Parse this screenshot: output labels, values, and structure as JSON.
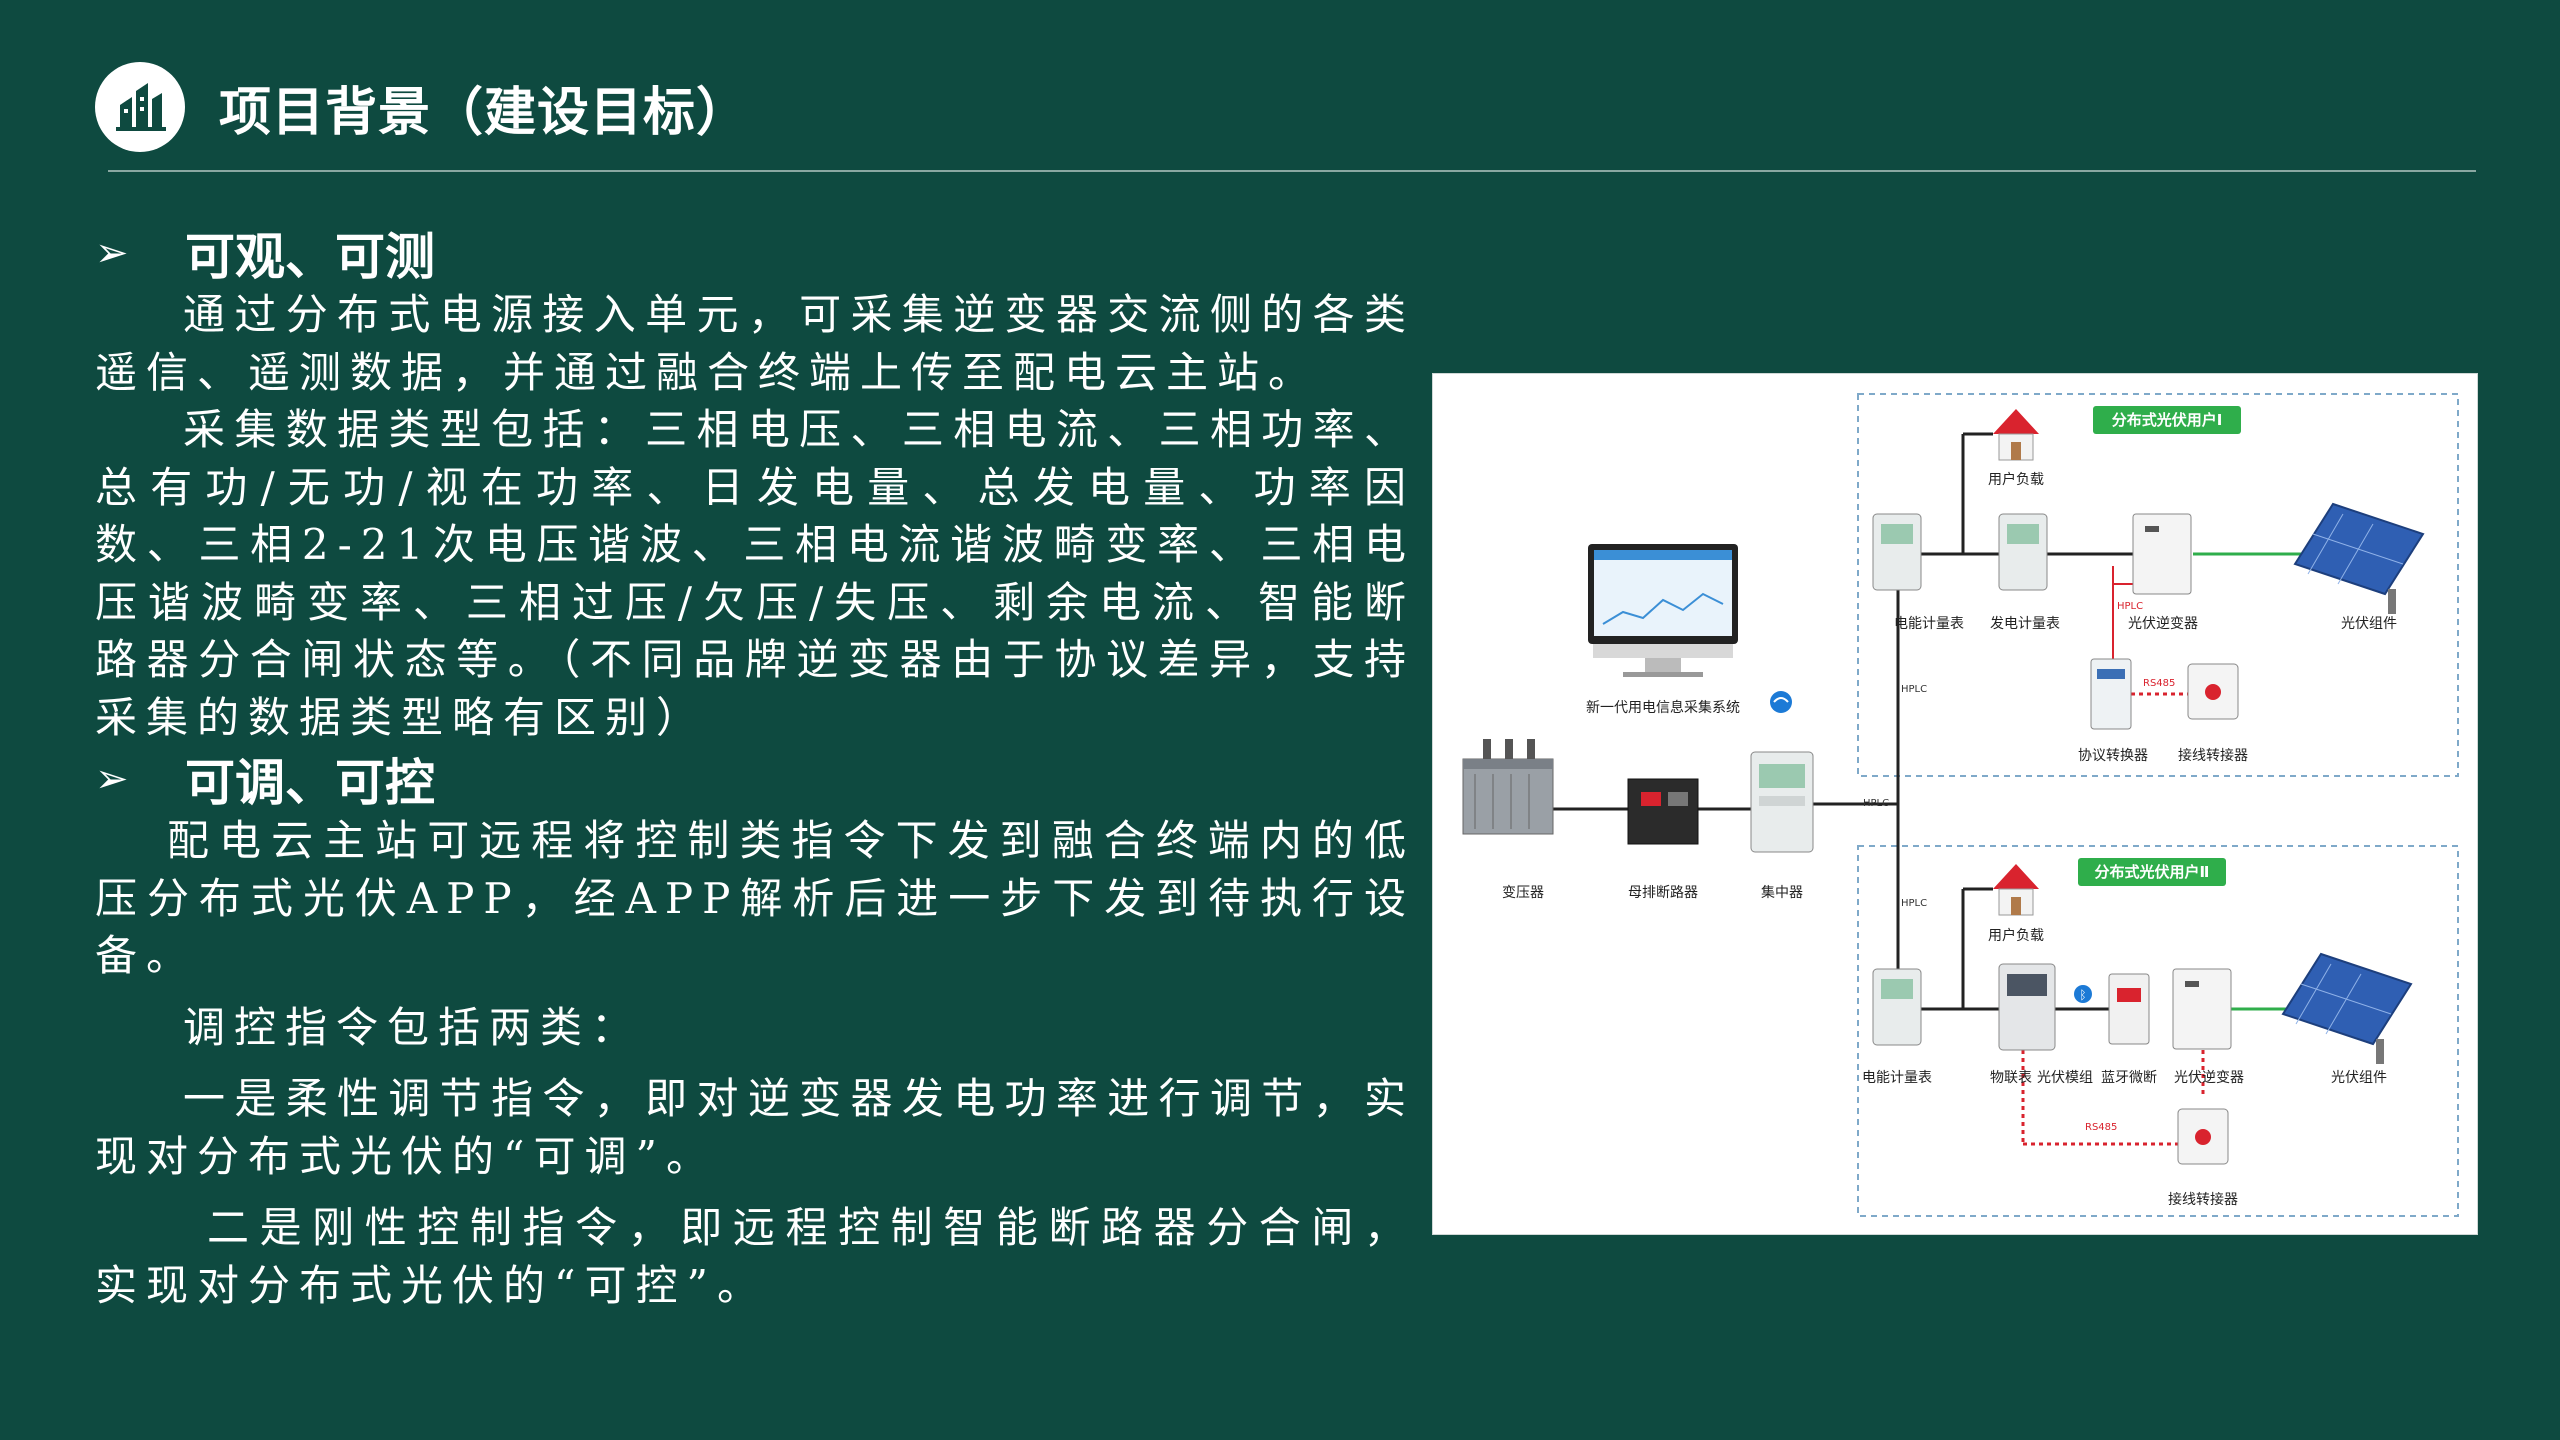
{
  "header": {
    "title": "项目背景（建设目标）",
    "logo_icon": "building-chart-icon"
  },
  "colors": {
    "background": "#0e4a40",
    "text": "#ffffff",
    "divider": "#8aa8a2",
    "diagram_green_tag": "#2fae4b",
    "diagram_red_line": "#d9232e"
  },
  "sections": [
    {
      "heading": "可观、可测",
      "paragraphs": [
        "通过分布式电源接入单元，可采集逆变器交流侧的各类遥信、遥测数据，并通过融合终端上传至配电云主站。",
        "采集数据类型包括：三相电压、三相电流、三相功率、总有功/无功/视在功率、日发电量、总发电量、功率因数、三相2-21次电压谐波、三相电流谐波畸变率、三相电压谐波畸变率、三相过压/欠压/失压、剩余电流、智能断路器分合闸状态等。（不同品牌逆变器由于协议差异，支持采集的数据类型略有区别）"
      ]
    },
    {
      "heading": "可调、可控",
      "paragraphs": [
        "配电云主站可远程将控制类指令下发到融合终端内的低压分布式光伏APP，经APP解析后进一步下发到待执行设备。",
        "调控指令包括两类：",
        "一是柔性调节指令，即对逆变器发电功率进行调节，实现对分布式光伏的“可调”。",
        "二是刚性控制指令，即远程控制智能断路器分合闸，实现对分布式光伏的“可控”。"
      ]
    }
  ],
  "diagram": {
    "group1_tag": "分布式光伏用户Ⅰ",
    "group2_tag": "分布式光伏用户Ⅱ",
    "labels": {
      "load1": "用户负载",
      "meter1": "电能计量表",
      "gen_meter": "发电计量表",
      "inverter1": "光伏逆变器",
      "pv1": "光伏组件",
      "protocol_conv": "协议转换器",
      "junction1": "接线转接器",
      "system": "新一代用电信息采集系统",
      "transformer": "变压器",
      "busbar_breaker": "母排断路器",
      "concentrator": "集中器",
      "load2": "用户负载",
      "meter2": "电能计量表",
      "iot_meter": "物联表",
      "pv_module": "光伏模组",
      "bt_breaker": "蓝牙微断",
      "inverter2": "光伏逆变器",
      "pv2": "光伏组件",
      "junction2": "接线转接器"
    },
    "line_tags": {
      "hplc": "HPLC",
      "rs485": "RS485"
    }
  }
}
